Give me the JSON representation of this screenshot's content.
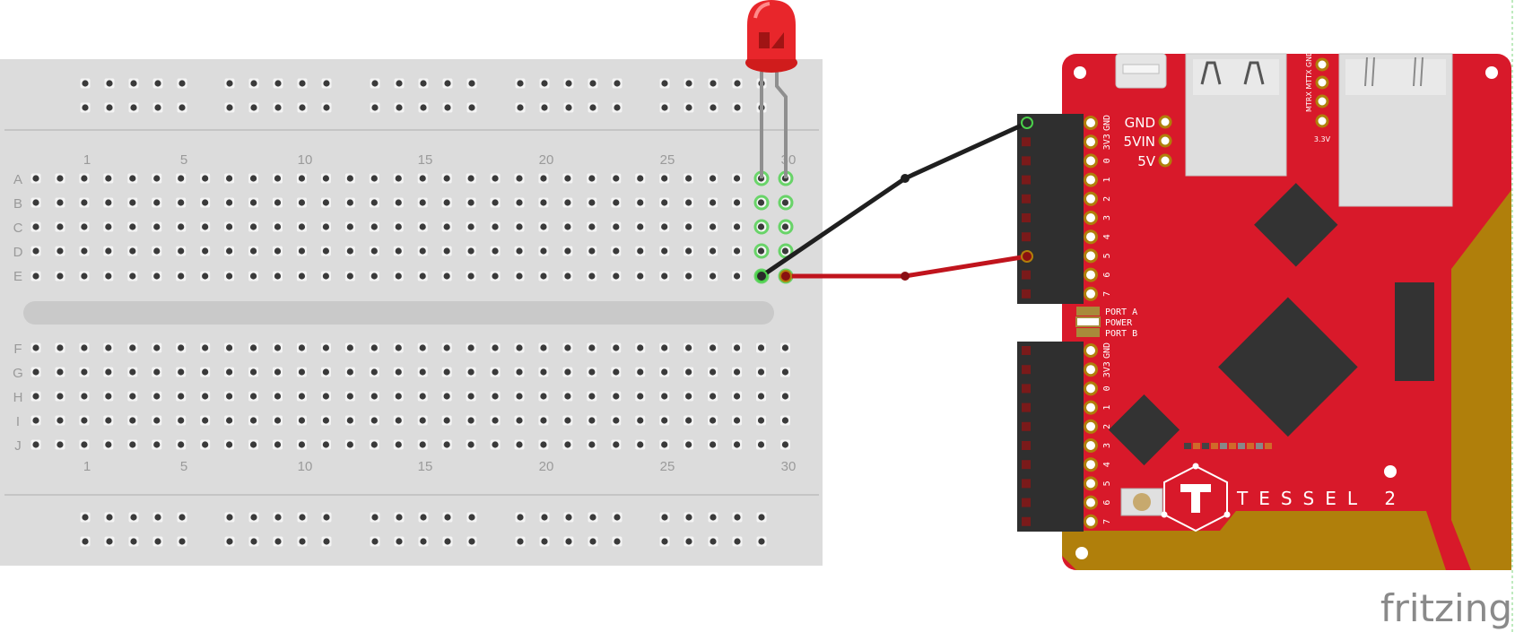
{
  "breadboard": {
    "column_numbers": [
      "1",
      "5",
      "10",
      "15",
      "20",
      "25",
      "30"
    ],
    "row_letters_top": [
      "A",
      "B",
      "C",
      "D",
      "E"
    ],
    "row_letters_bottom": [
      "F",
      "G",
      "H",
      "I",
      "J"
    ]
  },
  "board": {
    "header_top_pins": [
      "GND",
      "3V3",
      "0",
      "1",
      "2",
      "3",
      "4",
      "5",
      "6",
      "7"
    ],
    "header_bottom_pins": [
      "GND",
      "3V3",
      "0",
      "1",
      "2",
      "3",
      "4",
      "5",
      "6",
      "7"
    ],
    "power_pins": [
      "GND",
      "5VIN",
      "5V"
    ],
    "vertical_header_label": "MTRX MTTX GND",
    "vertical_header_value": "3.3V",
    "leds": [
      "PORT A",
      "POWER",
      "PORT B"
    ],
    "name": "TESSEL 2"
  },
  "brand": "fritzing",
  "colors": {
    "board_red": "#d8192a",
    "board_gold": "#b07f0b",
    "header_black": "#2f2f2f",
    "breadboard": "#dcdcdc",
    "wire_black": "#1f1f1f",
    "wire_red": "#c0141d",
    "led_red": "#e8262b",
    "highlight_green": "#4bd14b"
  }
}
